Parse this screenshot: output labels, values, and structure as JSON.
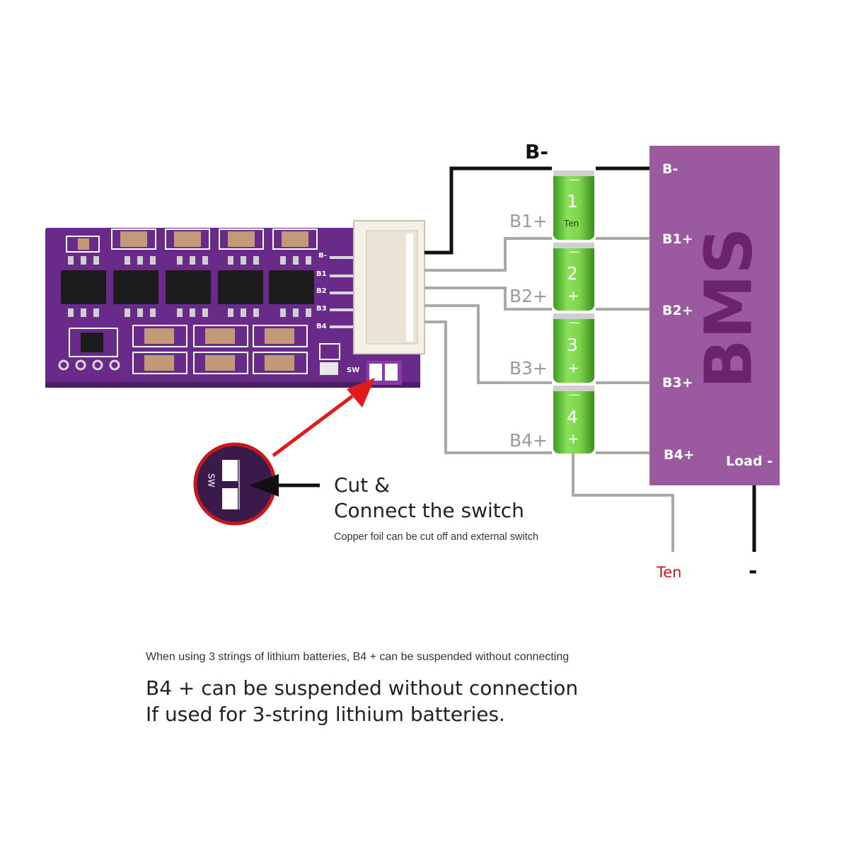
{
  "board": {
    "pin_labels": [
      "B-",
      "B1",
      "B2",
      "B3",
      "B4"
    ],
    "switch_label": "SW"
  },
  "wires": {
    "b_minus": "B-",
    "b1_plus": "B1+",
    "b2_plus": "B2+",
    "b3_plus": "B3+",
    "b4_plus": "B4+"
  },
  "cells": [
    {
      "number": "1",
      "sub": "Ten"
    },
    {
      "number": "2"
    },
    {
      "number": "3"
    },
    {
      "number": "4"
    }
  ],
  "bms": {
    "title": "BMS",
    "pins": [
      "B-",
      "B1+",
      "B2+",
      "B3+",
      "B4+"
    ],
    "load": "Load -"
  },
  "outputs": {
    "ten": "Ten",
    "minus": "-"
  },
  "callout": {
    "zoom_label": "SW",
    "title_line1": "Cut &",
    "title_line2": "Connect the switch",
    "subtitle": "Copper foil can be cut off and external switch"
  },
  "footer": {
    "note": "When using 3 strings of lithium batteries, B4 + can be suspended without connecting",
    "line1": "B4 + can be suspended without connection",
    "line2": "If used for 3-string lithium batteries."
  },
  "colors": {
    "pcb": "#6a2a8a",
    "bms": "#9b59a0",
    "cell": "#6bcf3a",
    "wire_gray": "#a9a9a9",
    "arrow_red": "#e11b1b"
  }
}
